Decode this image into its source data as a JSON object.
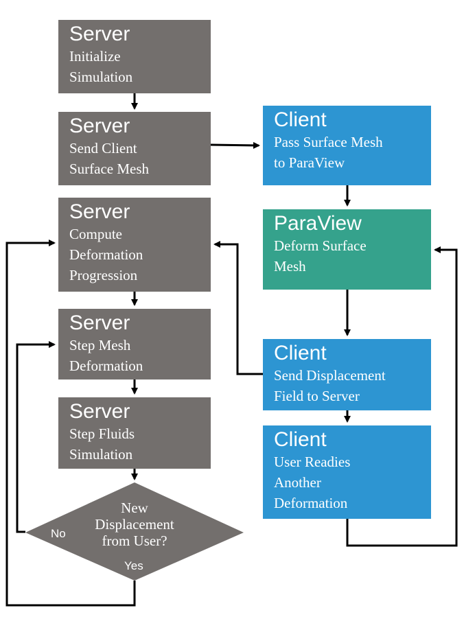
{
  "colors": {
    "server": "#736f6d",
    "client": "#2d95d2",
    "paraview": "#35a28c",
    "connector": "#000000",
    "text": "#ffffff"
  },
  "nodes": {
    "server_init": {
      "head": "Server",
      "body": "Initialize\nSimulation"
    },
    "server_send": {
      "head": "Server",
      "body": "Send Client\nSurface Mesh"
    },
    "server_compute": {
      "head": "Server",
      "body": "Compute\nDeformation\nProgression"
    },
    "server_step_mesh": {
      "head": "Server",
      "body": "Step Mesh\nDeformation"
    },
    "server_step_fluids": {
      "head": "Server",
      "body": "Step Fluids\nSimulation"
    },
    "client_pass": {
      "head": "Client",
      "body": "Pass Surface Mesh\nto ParaView"
    },
    "paraview_deform": {
      "head": "ParaView",
      "body": "Deform Surface\nMesh"
    },
    "client_send_disp": {
      "head": "Client",
      "body": "Send Displacement\nField to Server"
    },
    "client_ready": {
      "head": "Client",
      "body": "User Readies\nAnother\nDeformation"
    }
  },
  "decision": {
    "text": "New\nDisplacement\nfrom User?",
    "no_label": "No",
    "yes_label": "Yes"
  }
}
